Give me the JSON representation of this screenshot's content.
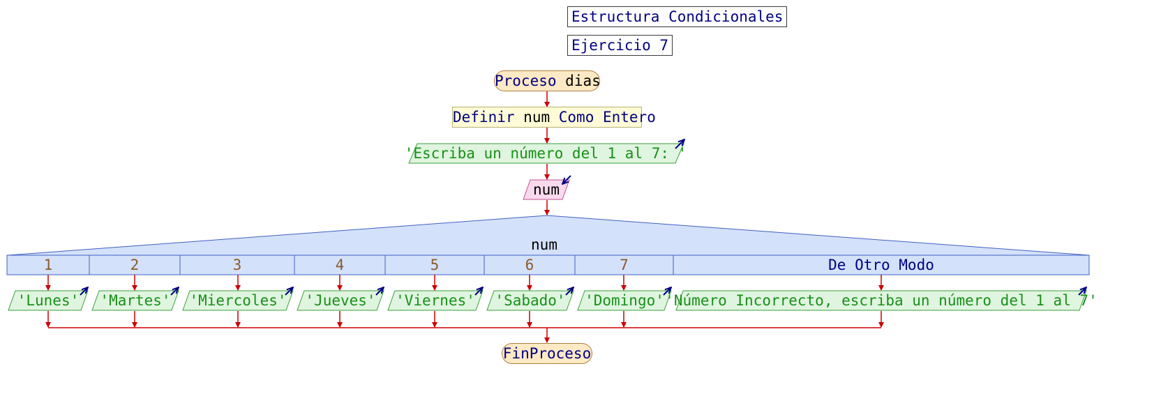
{
  "comments": {
    "title": "Estructura Condicionales",
    "subtitle": "Ejercicio 7"
  },
  "process": {
    "keyword": "Proceso",
    "name": "dias",
    "end": "FinProceso"
  },
  "definition": {
    "keyword1": "Definir",
    "variable": "num",
    "keyword2": "Como Entero"
  },
  "output_prompt": "'Escriba un número del 1 al 7: '",
  "input_var": "num",
  "switch": {
    "variable": "num",
    "cases": [
      {
        "value": "1",
        "output": "'Lunes'"
      },
      {
        "value": "2",
        "output": "'Martes'"
      },
      {
        "value": "3",
        "output": "'Miercoles'"
      },
      {
        "value": "4",
        "output": "'Jueves'"
      },
      {
        "value": "5",
        "output": "'Viernes'"
      },
      {
        "value": "6",
        "output": "'Sabado'"
      },
      {
        "value": "7",
        "output": "'Domingo'"
      },
      {
        "value": "De Otro Modo",
        "output": "'Número Incorrecto, escriba un número del 1 al 7'"
      }
    ]
  },
  "colors": {
    "arrow": "#cc0000",
    "switch_fill": "#d4e1fb",
    "switch_stroke": "#4060c0",
    "output_fill": "#dff5df",
    "output_stroke": "#3aa03a",
    "input_fill": "#f9d9ec",
    "input_stroke": "#c05090",
    "terminal_fill": "#fde9c4",
    "text_blue": "#000080",
    "text_green": "#189018"
  }
}
